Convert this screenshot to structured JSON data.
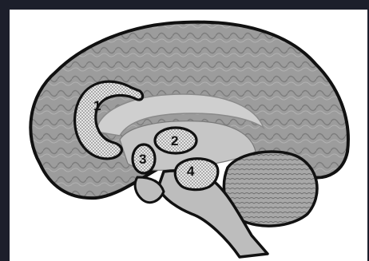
{
  "figure": {
    "labels": [
      {
        "id": "region-1",
        "text": "1"
      },
      {
        "id": "region-2",
        "text": "2"
      },
      {
        "id": "region-3",
        "text": "3"
      },
      {
        "id": "region-4",
        "text": "4"
      }
    ],
    "colors": {
      "background": "#1c1f2b",
      "panel": "#ffffff",
      "outline": "#111111",
      "cortex": "#9a9a9a",
      "white_matter": "#c9c9c9",
      "region_fill": "#e4e4e4"
    }
  }
}
